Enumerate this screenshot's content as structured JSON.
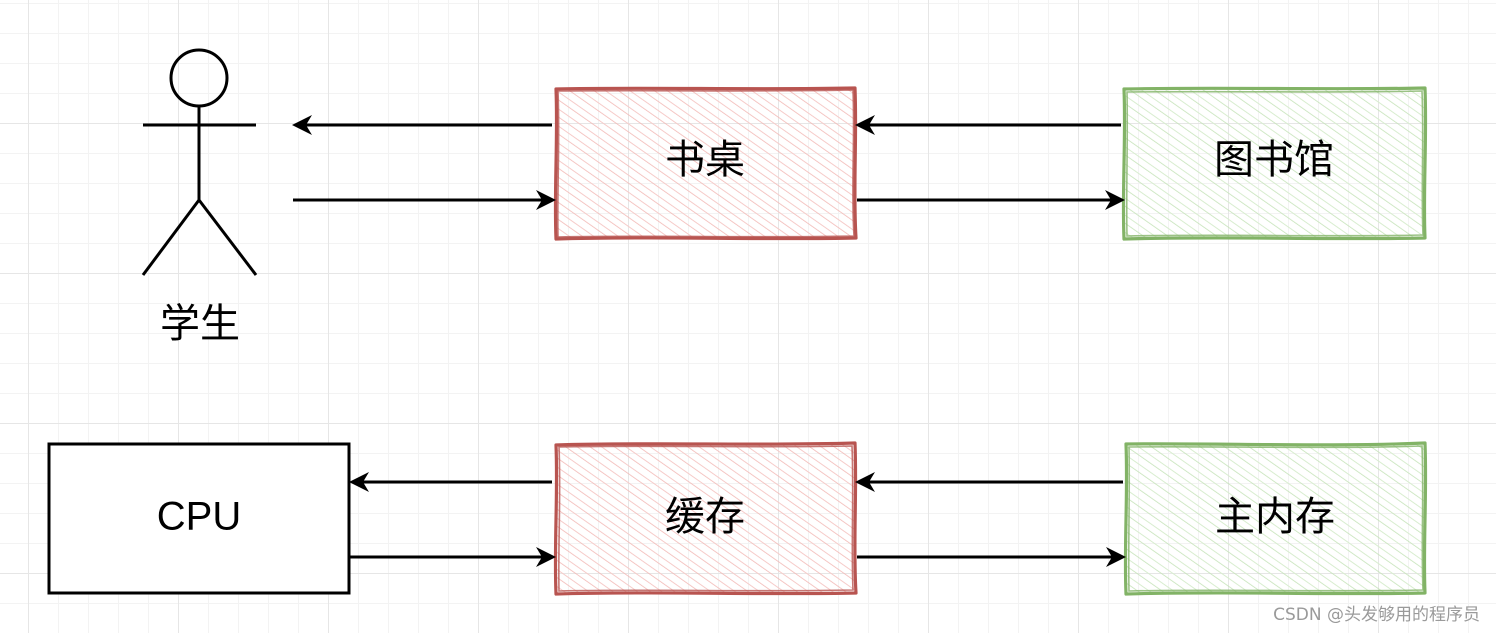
{
  "row1": {
    "actor_label": "学生",
    "desk_label": "书桌",
    "library_label": "图书馆"
  },
  "row2": {
    "cpu_label": "CPU",
    "cache_label": "缓存",
    "memory_label": "主内存"
  },
  "colors": {
    "red_stroke": "#b85450",
    "red_hatch": "#f2b8b5",
    "green_stroke": "#82b366",
    "green_hatch": "#c5e3b8",
    "black": "#000000"
  },
  "watermark": "CSDN @头发够用的程序员"
}
